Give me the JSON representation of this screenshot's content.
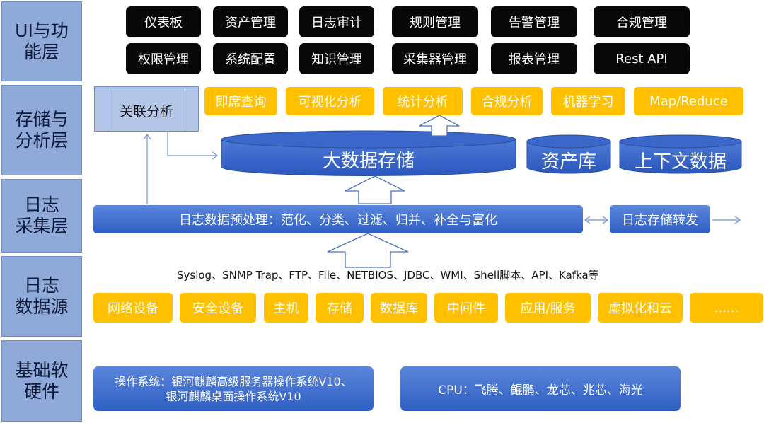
{
  "layers": [
    {
      "line1": "UI与功",
      "line2": "能层"
    },
    {
      "line1": "存储与",
      "line2": "分析层"
    },
    {
      "line1": "日志",
      "line2": "采集层"
    },
    {
      "line1": "日志",
      "line2": "数据源"
    },
    {
      "line1": "基础软",
      "line2": "硬件"
    }
  ],
  "ui_modules": [
    "仪表板",
    "资产管理",
    "日志审计",
    "规则管理",
    "告警管理",
    "合规管理",
    "权限管理",
    "系统配置",
    "知识管理",
    "采集器管理",
    "报表管理",
    "Rest API"
  ],
  "correlation": "关联分析",
  "analysis_modules": [
    "即席查询",
    "可视化分析",
    "统计分析",
    "合规分析",
    "机器学习",
    "Map/Reduce"
  ],
  "storage": {
    "big_data": "大数据存储",
    "asset_db": "资产库",
    "context_data": "上下文数据"
  },
  "collection": {
    "preprocess": "日志数据预处理：范化、分类、过滤、归并、补全与富化",
    "forward": "日志存储转发"
  },
  "protocols": "Syslog、SNMP Trap、FTP、File、NETBIOS、JDBC、WMI、Shell脚本、API、Kafka等",
  "sources": [
    "网络设备",
    "安全设备",
    "主机",
    "存储",
    "数据库",
    "中间件",
    "应用/服务",
    "虚拟化和云",
    "......"
  ],
  "infrastructure": {
    "os_line1": "操作系统：银河麒麟高级服务器操作系统V10、",
    "os_line2": "银河麒麟桌面操作系统V10",
    "cpu": "CPU：飞腾、鲲鹏、龙芯、兆芯、海光"
  },
  "colors": {
    "layer_bg": "#8fa9d8",
    "black": "#080808",
    "yellow": "#ffc000",
    "blue": "#2f5fc4"
  }
}
